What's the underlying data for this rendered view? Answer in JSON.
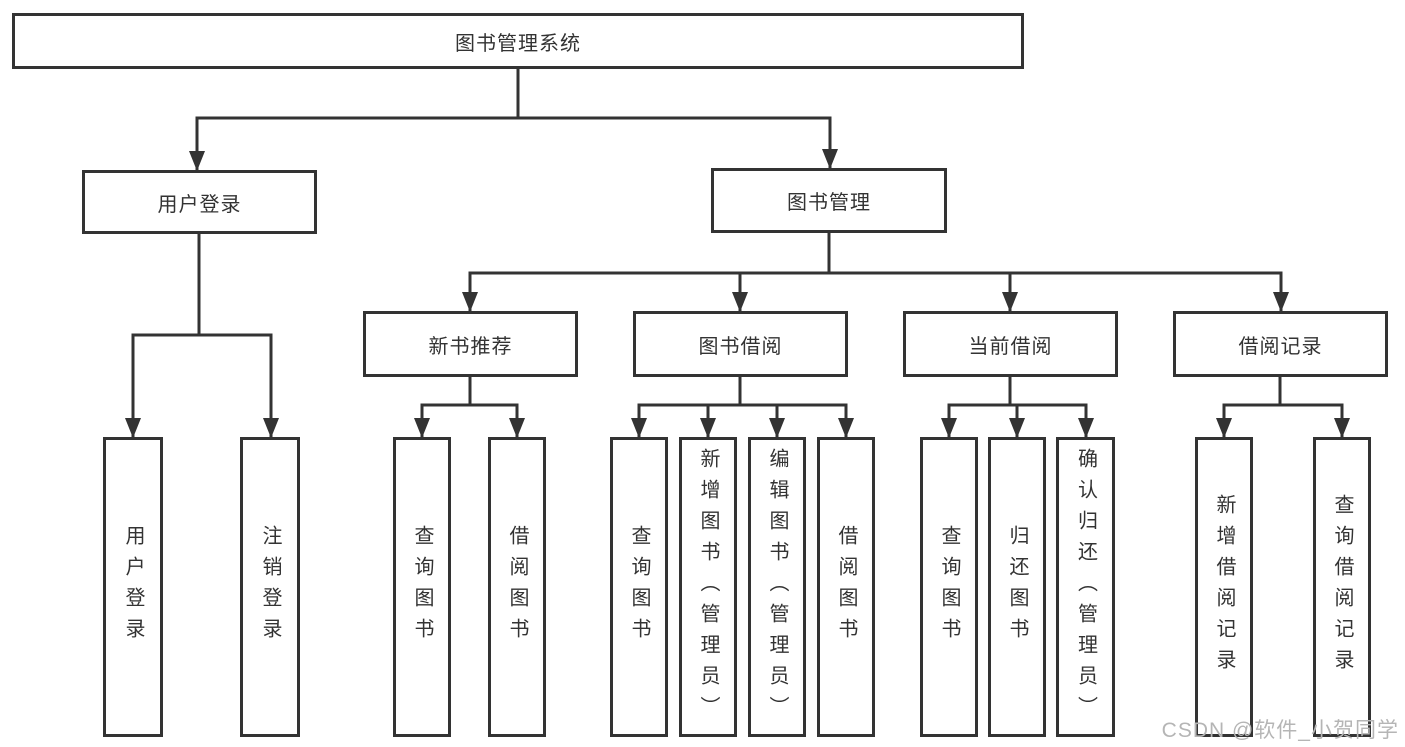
{
  "colors": {
    "line": "#333333",
    "border": "#333333",
    "text": "#333333",
    "watermark": "#b5b5b5",
    "background": "#ffffff"
  },
  "tree": {
    "label": "图书管理系统",
    "children": [
      {
        "label": "用户登录",
        "children": [
          {
            "label": "用户登录"
          },
          {
            "label": "注销登录"
          }
        ]
      },
      {
        "label": "图书管理",
        "children": [
          {
            "label": "新书推荐",
            "children": [
              {
                "label": "查询图书"
              },
              {
                "label": "借阅图书"
              }
            ]
          },
          {
            "label": "图书借阅",
            "children": [
              {
                "label": "查询图书"
              },
              {
                "label": "新增图书（管理员）"
              },
              {
                "label": "编辑图书（管理员）"
              },
              {
                "label": "借阅图书"
              }
            ]
          },
          {
            "label": "当前借阅",
            "children": [
              {
                "label": "查询图书"
              },
              {
                "label": "归还图书"
              },
              {
                "label": "确认归还（管理员）"
              }
            ]
          },
          {
            "label": "借阅记录",
            "children": [
              {
                "label": "新增借阅记录"
              },
              {
                "label": "查询借阅记录"
              }
            ]
          }
        ]
      }
    ]
  },
  "watermark": {
    "text": "CSDN @软件_小贺同学"
  }
}
